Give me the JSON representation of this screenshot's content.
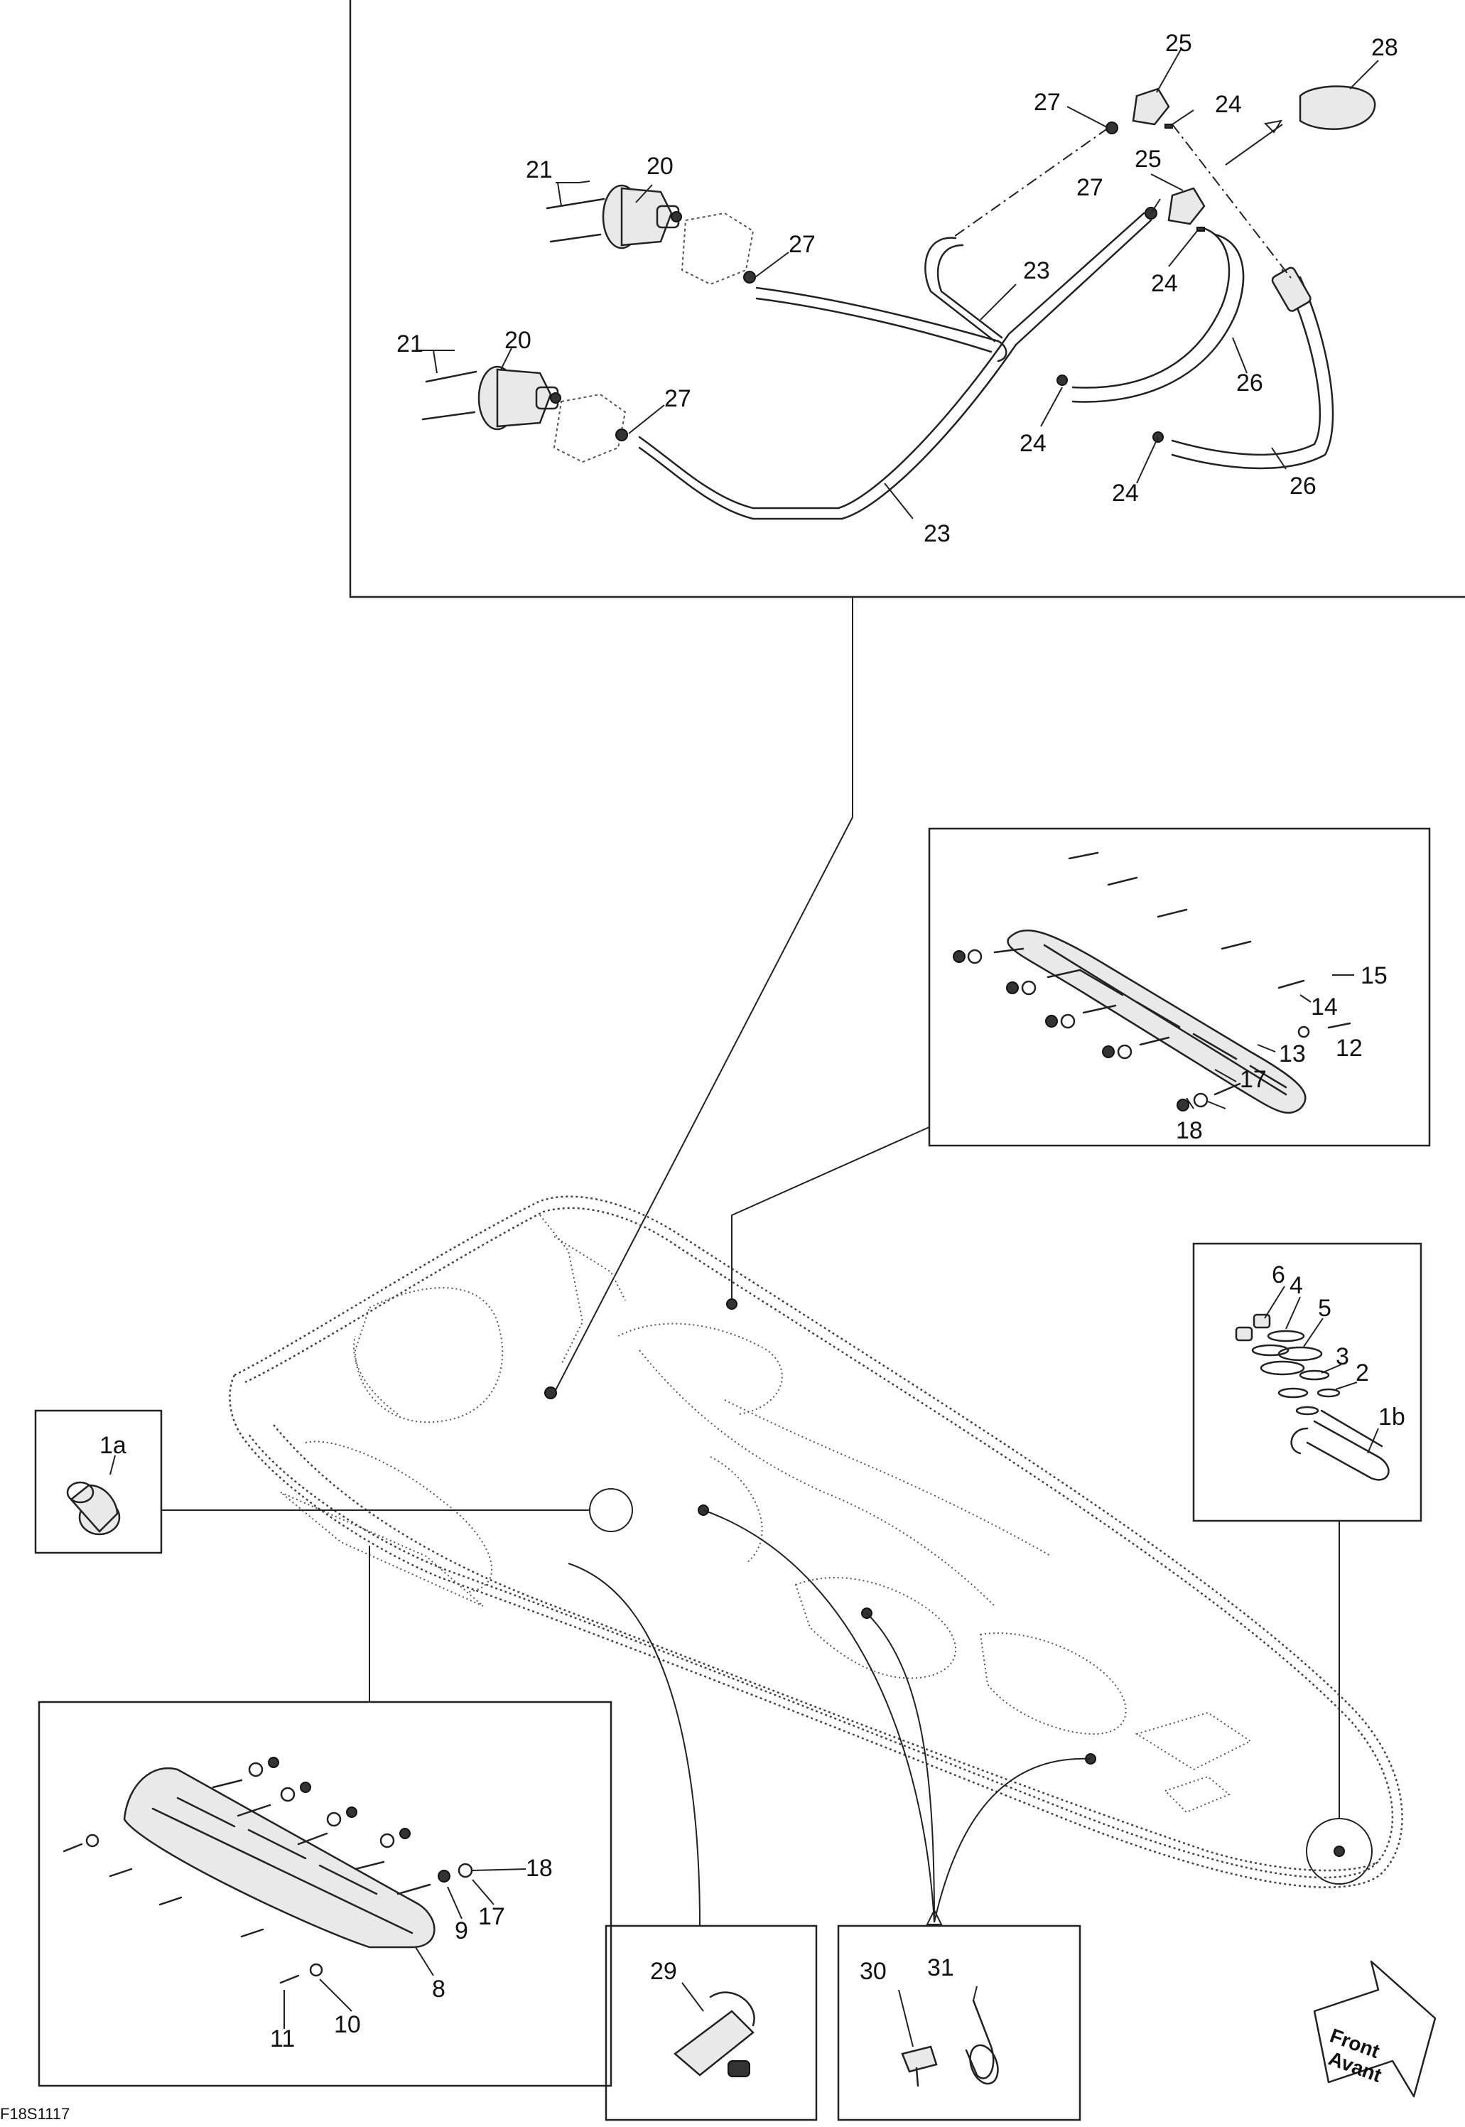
{
  "diagram": {
    "ref_code": "F18S1117",
    "direction_label": {
      "line1": "Front",
      "line2": "Avant"
    },
    "callouts": {
      "c1a": "1a",
      "c1b": "1b",
      "c2": "2",
      "c3": "3",
      "c4": "4",
      "c5": "5",
      "c6": "6",
      "c8": "8",
      "c9": "9",
      "c10": "10",
      "c11": "11",
      "c12": "12",
      "c13": "13",
      "c14": "14",
      "c15": "15",
      "c17a": "17",
      "c17b": "17",
      "c18a": "18",
      "c18b": "18",
      "c20a": "20",
      "c20b": "20",
      "c21a": "21",
      "c21b": "21",
      "c23a": "23",
      "c23b": "23",
      "c24a": "24",
      "c24b": "24",
      "c24c": "24",
      "c24d": "24",
      "c25a": "25",
      "c25b": "25",
      "c26a": "26",
      "c26b": "26",
      "c27a": "27",
      "c27b": "27",
      "c27c": "27",
      "c27d": "27",
      "c28": "28",
      "c29": "29",
      "c30": "30",
      "c31": "31"
    }
  }
}
